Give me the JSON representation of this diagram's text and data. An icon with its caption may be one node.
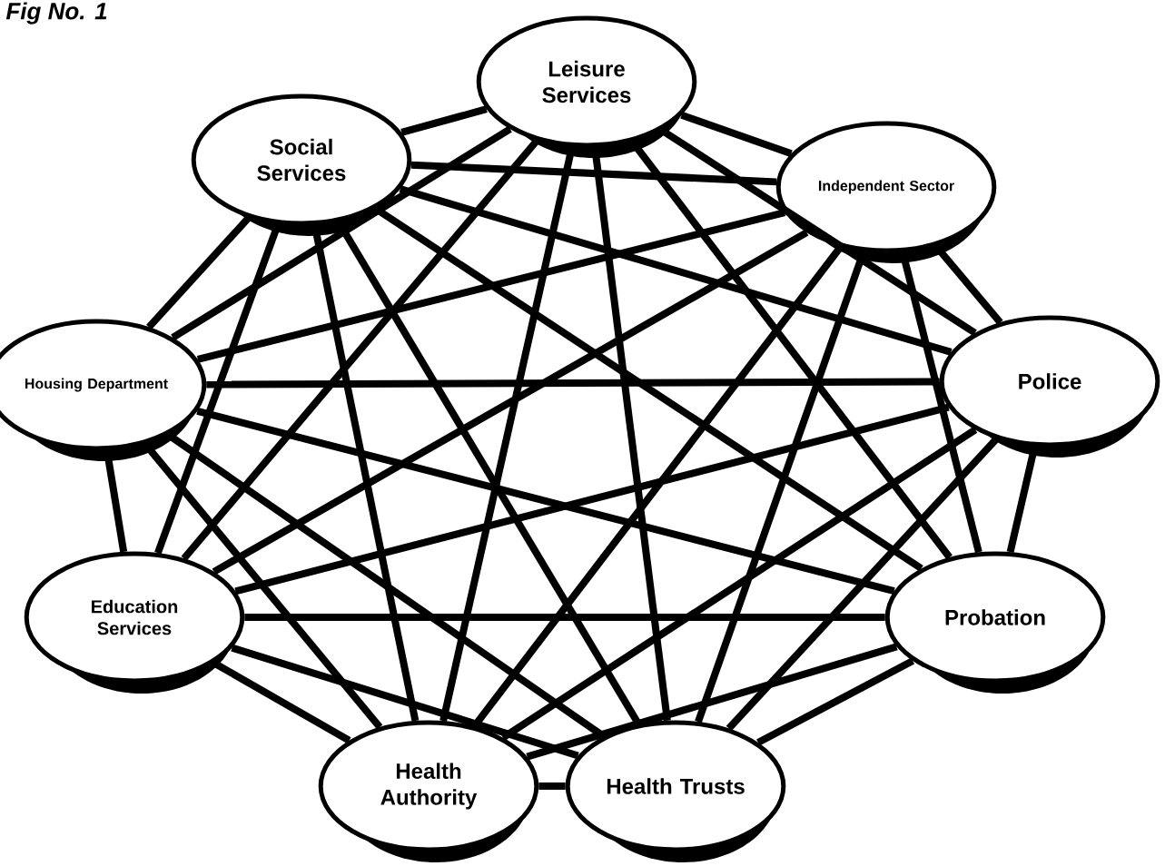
{
  "diagram": {
    "title": "Fig No. 1",
    "nodes": [
      {
        "text": [
          "Leisure Services"
        ]
      },
      {
        "text": [
          "Independent Sector"
        ]
      },
      {
        "text": [
          "Police"
        ]
      },
      {
        "text": [
          "Probation"
        ]
      },
      {
        "text": [
          "Health Trusts"
        ]
      },
      {
        "text": [
          "Health Authority"
        ]
      },
      {
        "text": [
          "Education Services"
        ]
      },
      {
        "text": [
          "Housing Department"
        ]
      },
      {
        "text": [
          "Social Services"
        ]
      }
    ],
    "edges": [
      {
        "from": 0,
        "to": 1,
        "arrow": "none"
      },
      {
        "from": 0,
        "to": 2,
        "arrow": "none"
      },
      {
        "from": 0,
        "to": 3,
        "arrow": "none"
      },
      {
        "from": 0,
        "to": 4,
        "arrow": "none"
      },
      {
        "from": 0,
        "to": 5,
        "arrow": "none"
      },
      {
        "from": 0,
        "to": 6,
        "arrow": "none"
      },
      {
        "from": 0,
        "to": 7,
        "arrow": "none"
      },
      {
        "from": 0,
        "to": 8,
        "arrow": "none"
      },
      {
        "from": 1,
        "to": 2,
        "arrow": "none"
      },
      {
        "from": 1,
        "to": 3,
        "arrow": "none"
      },
      {
        "from": 1,
        "to": 4,
        "arrow": "none"
      },
      {
        "from": 1,
        "to": 5,
        "arrow": "none"
      },
      {
        "from": 1,
        "to": 6,
        "arrow": "none"
      },
      {
        "from": 1,
        "to": 7,
        "arrow": "none"
      },
      {
        "from": 1,
        "to": 8,
        "arrow": "none"
      },
      {
        "from": 2,
        "to": 3,
        "arrow": "none"
      },
      {
        "from": 2,
        "to": 4,
        "arrow": "none"
      },
      {
        "from": 2,
        "to": 5,
        "arrow": "none"
      },
      {
        "from": 2,
        "to": 6,
        "arrow": "none"
      },
      {
        "from": 2,
        "to": 7,
        "arrow": "none"
      },
      {
        "from": 2,
        "to": 8,
        "arrow": "none"
      },
      {
        "from": 3,
        "to": 4,
        "arrow": "none"
      },
      {
        "from": 3,
        "to": 5,
        "arrow": "none"
      },
      {
        "from": 3,
        "to": 6,
        "arrow": "none"
      },
      {
        "from": 3,
        "to": 7,
        "arrow": "none"
      },
      {
        "from": 3,
        "to": 8,
        "arrow": "none"
      },
      {
        "from": 4,
        "to": 5,
        "arrow": "none"
      },
      {
        "from": 4,
        "to": 6,
        "arrow": "none"
      },
      {
        "from": 4,
        "to": 7,
        "arrow": "none"
      },
      {
        "from": 4,
        "to": 8,
        "arrow": "none"
      },
      {
        "from": 5,
        "to": 6,
        "arrow": "none"
      },
      {
        "from": 5,
        "to": 7,
        "arrow": "none"
      },
      {
        "from": 5,
        "to": 8,
        "arrow": "none"
      },
      {
        "from": 6,
        "to": 7,
        "arrow": "none"
      },
      {
        "from": 6,
        "to": 8,
        "arrow": "none"
      },
      {
        "from": 7,
        "to": 8,
        "arrow": "none"
      }
    ]
  }
}
